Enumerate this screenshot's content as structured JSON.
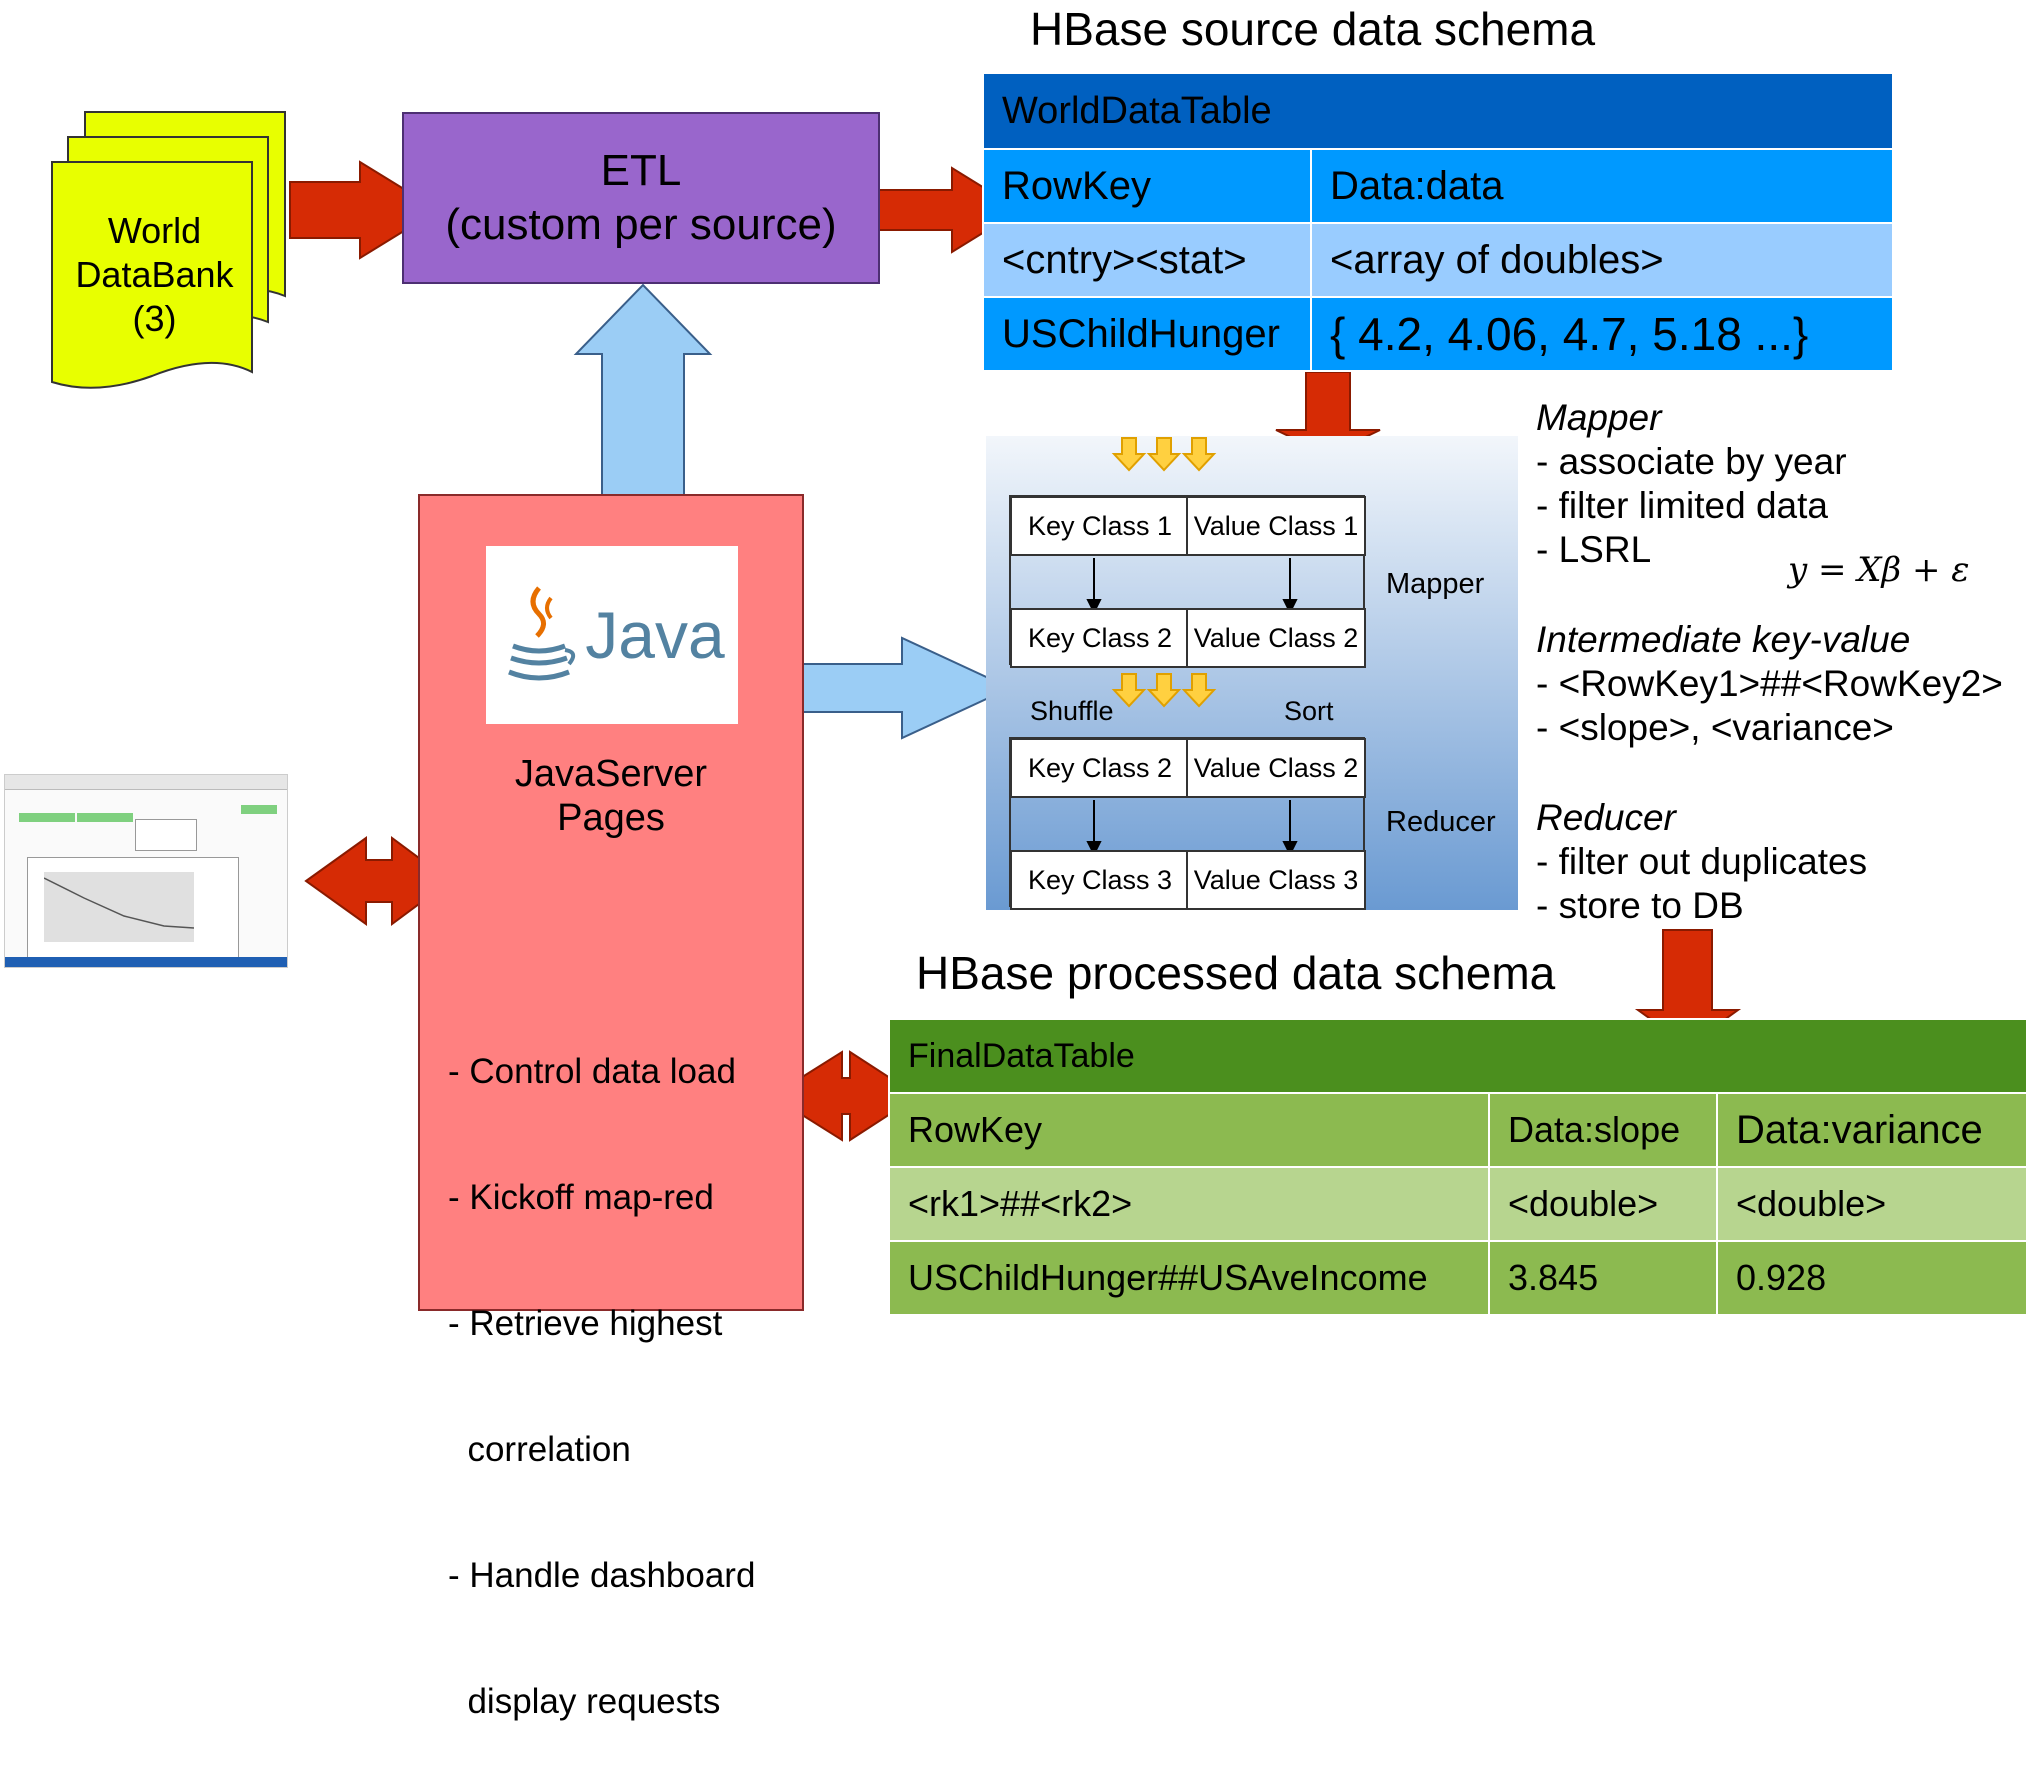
{
  "source_heading": "HBase source data schema",
  "source_table": {
    "title": "WorldDataTable",
    "header": [
      "RowKey",
      "Data:data"
    ],
    "rows": [
      [
        "<cntry><stat>",
        "<array of doubles>"
      ],
      [
        "USChildHunger",
        "{ 4.2, 4.06, 4.7, 5.18 ...}"
      ]
    ]
  },
  "worlddatabank": {
    "line1": "World",
    "line2": "DataBank",
    "line3": "(3)"
  },
  "etl": {
    "line1": "ETL",
    "line2": "(custom per source)"
  },
  "jsp": {
    "java_logo": "Java",
    "title_line1": "JavaServer",
    "title_line2": "Pages",
    "tasks": [
      "- Control data load",
      "- Kickoff map-red",
      "- Retrieve highest",
      "  correlation",
      "- Handle dashboard",
      "  display requests"
    ]
  },
  "mapreduce": {
    "key_class_1": "Key Class 1",
    "value_class_1": "Value Class 1",
    "key_class_2": "Key Class 2",
    "value_class_2": "Value Class 2",
    "key_class_3": "Key Class 3",
    "value_class_3": "Value Class 3",
    "mapper_label": "Mapper",
    "reducer_label": "Reducer",
    "shuffle_label": "Shuffle",
    "sort_label": "Sort"
  },
  "notes": {
    "mapper_heading": "Mapper",
    "mapper_items": [
      "- associate by year",
      "- filter limited data",
      "- LSRL"
    ],
    "formula": "y = Xβ + ε",
    "intermediate_heading": "Intermediate key-value",
    "intermediate_items": [
      "- <RowKey1>##<RowKey2>",
      "- <slope>, <variance>"
    ],
    "reducer_heading": "Reducer",
    "reducer_items": [
      "- filter out duplicates",
      "- store to DB"
    ]
  },
  "processed_heading": "HBase processed data schema",
  "processed_table": {
    "title": "FinalDataTable",
    "header": [
      "RowKey",
      "Data:slope",
      "Data:variance"
    ],
    "rows": [
      [
        "<rk1>##<rk2>",
        "<double>",
        "<double>"
      ],
      [
        "USChildHunger##USAveIncome",
        "3.845",
        "0.928"
      ]
    ]
  },
  "colors": {
    "red_arrow": "#d62b05",
    "blue_arrow": "#9bcdf5",
    "etl_box": "#9966cc",
    "jsp_box": "#ff8080",
    "databank": "#e8ff00",
    "src_header": "#0060c0",
    "src_row": "#0099ff",
    "src_light": "#99ccff",
    "proc_header": "#4b8f1e",
    "proc_row": "#8cba50",
    "proc_light": "#b7d58f"
  }
}
